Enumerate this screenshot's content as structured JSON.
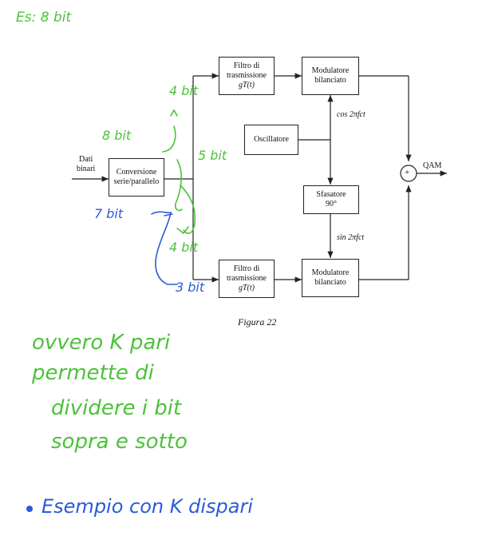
{
  "diagram": {
    "boxes": {
      "filter_top": [
        "Filtro di",
        "trasmissione",
        "gT(t)"
      ],
      "modulator_top": [
        "Modulatore",
        "bilanciato"
      ],
      "oscillator": [
        "Oscillatore"
      ],
      "converter": [
        "Conversione",
        "serie/parallelo"
      ],
      "phase_shifter": [
        "Sfasatore",
        "90°"
      ],
      "filter_bottom": [
        "Filtro di",
        "trasmissione",
        "gT(t)"
      ],
      "modulator_bottom": [
        "Modulatore",
        "bilanciato"
      ]
    },
    "labels": {
      "input": [
        "Dati",
        "binari"
      ],
      "cos": "cos 2πfct",
      "sin": "sin 2πfct",
      "output": "QAM",
      "adder": "+"
    },
    "caption": "Figura 22"
  },
  "annotations": {
    "example": "Es: 8 bit",
    "upper_4bit": "4 bit",
    "upper_8bit": "8 bit",
    "split_5bit": "5 bit",
    "lower_4bit": "4 bit",
    "blue_7bit": "7 bit",
    "blue_3bit": "3 bit",
    "note_lines": [
      "ovvero K pari",
      "permette di",
      "dividere i bit",
      "sopra e sotto"
    ],
    "bullet_text": "Esempio con K dispari"
  }
}
